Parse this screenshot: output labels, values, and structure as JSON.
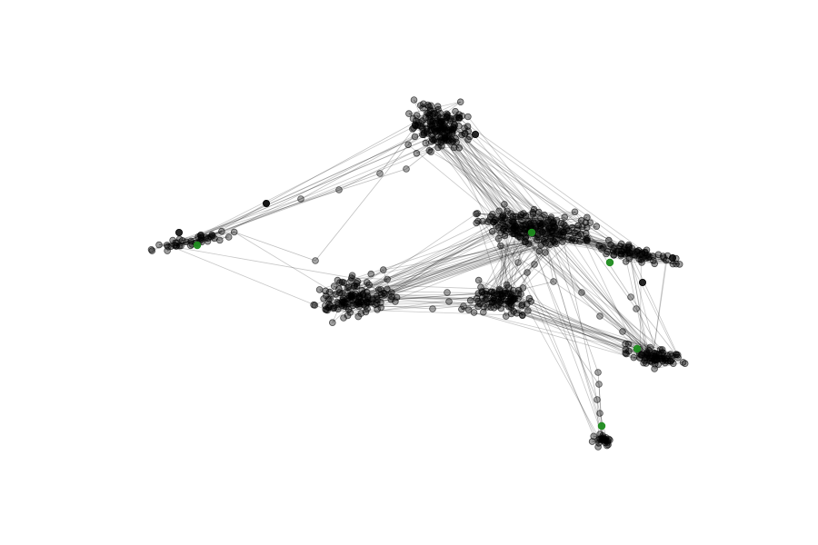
{
  "figure": {
    "type": "network-graph",
    "title": "",
    "background_color": "#ffffff",
    "node_color": "#000000",
    "highlight_color": "#1f8c1f",
    "edge_color": "#000000",
    "labels_shown": false,
    "axes_shown": false
  },
  "clusters": [
    {
      "id": "top",
      "description": ""
    },
    {
      "id": "center",
      "description": ""
    },
    {
      "id": "left-arm",
      "description": ""
    },
    {
      "id": "middle-left",
      "description": ""
    },
    {
      "id": "middle-center",
      "description": ""
    },
    {
      "id": "right-arm",
      "description": ""
    },
    {
      "id": "lower-right",
      "description": ""
    },
    {
      "id": "bottom-tail",
      "description": ""
    }
  ],
  "highlighted_nodes_count": 5
}
